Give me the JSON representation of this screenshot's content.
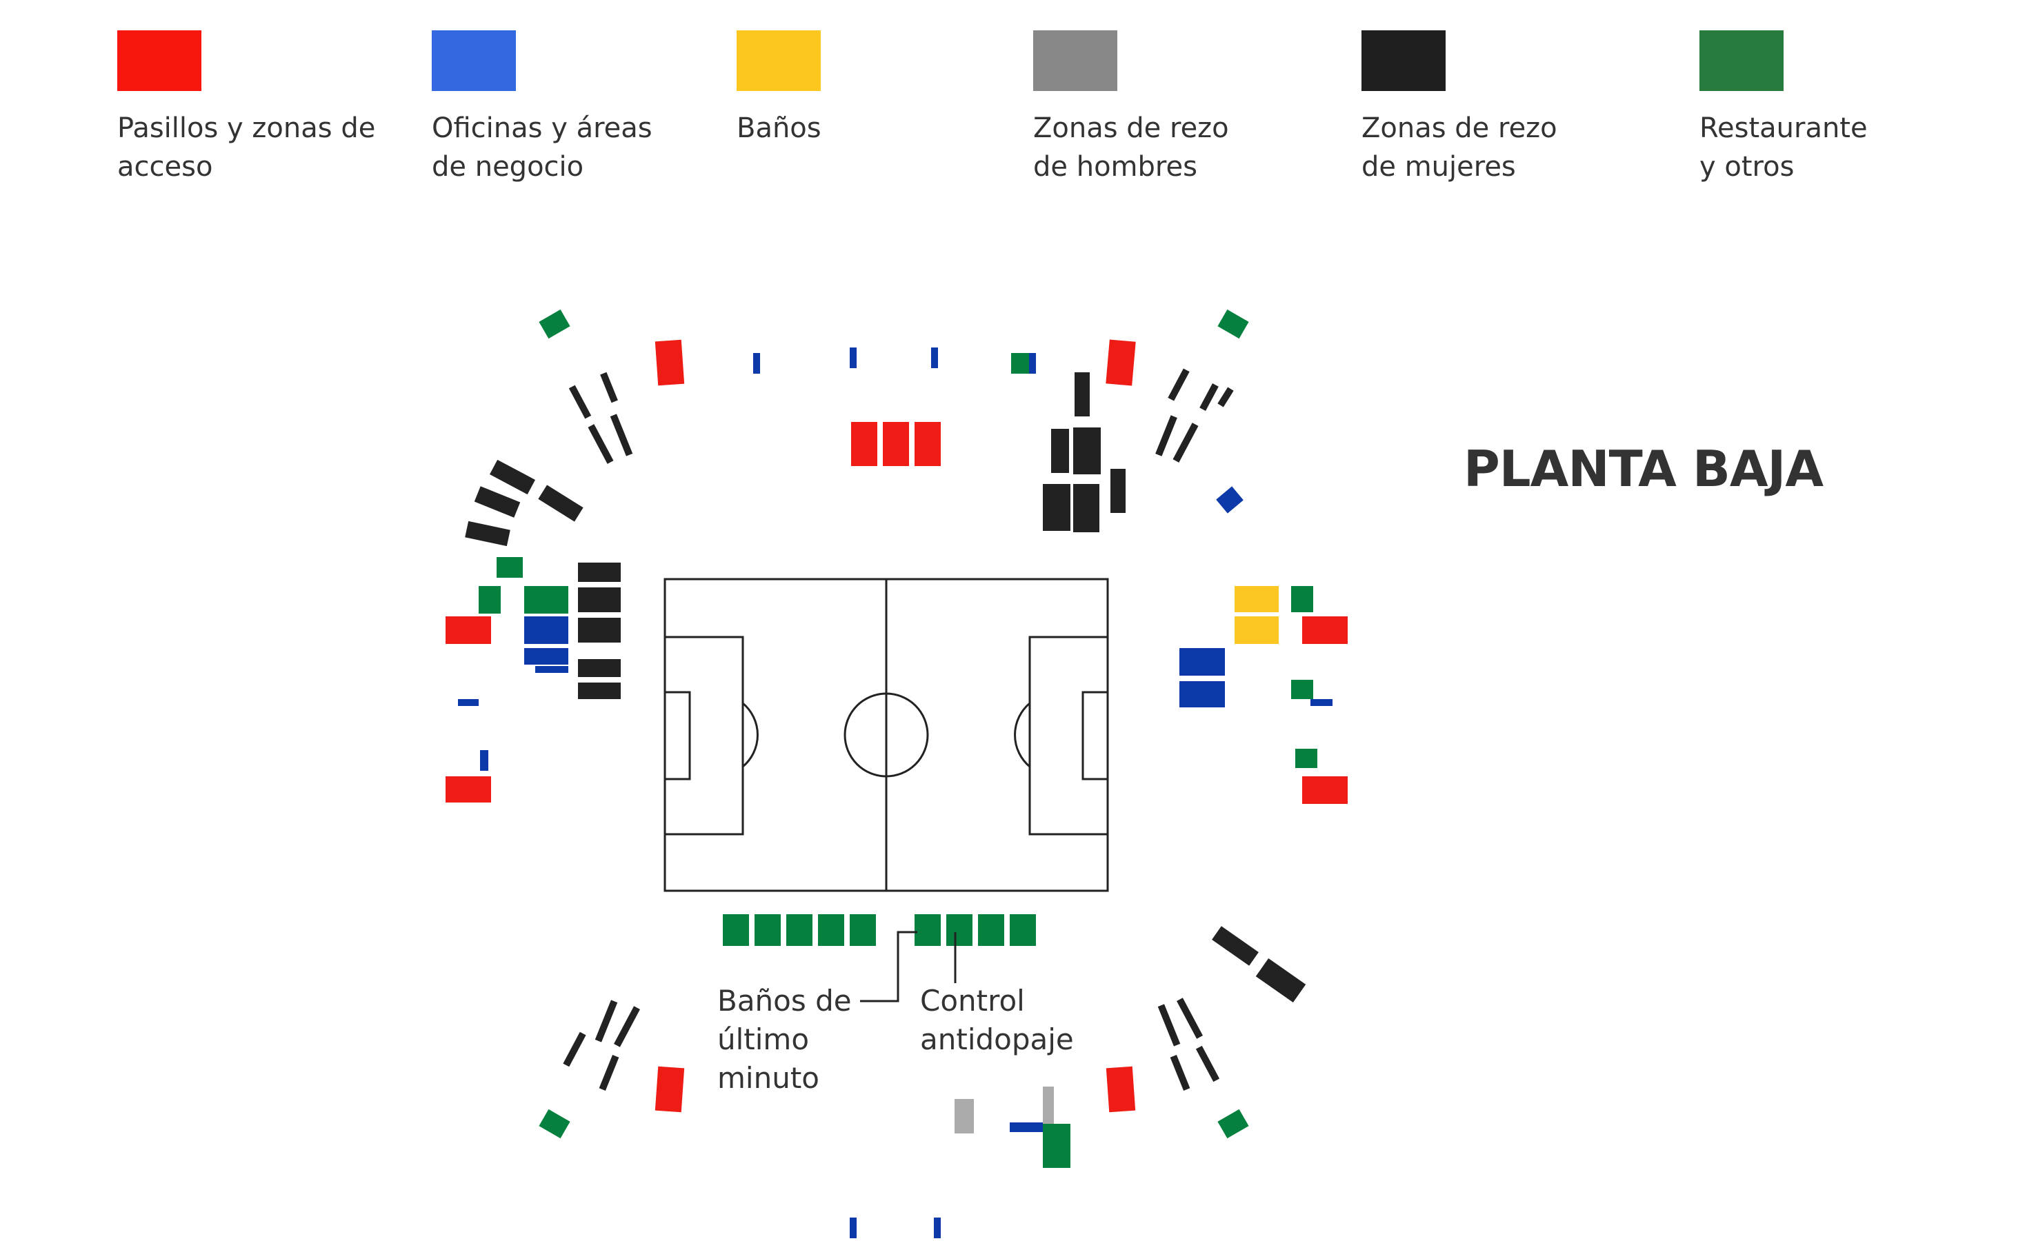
{
  "colors": {
    "red": "#ee1c14",
    "blue": "#0d3aa8",
    "yellow": "#fcc623",
    "gray": "#aaaaaa",
    "black": "#222222",
    "green": "#05803e",
    "pitch_line": "#222222"
  },
  "legend": [
    {
      "label": "Pasillos y zonas de\nacceso",
      "color": "#f7170f"
    },
    {
      "label": "Oficinas y áreas\nde negocio",
      "color": "#3468e0"
    },
    {
      "label": "Baños",
      "color": "#fcc81f"
    },
    {
      "label": "Zonas de rezo\nde hombres",
      "color": "#888888"
    },
    {
      "label": "Zonas de rezo\nde mujeres",
      "color": "#1f1f1f"
    },
    {
      "label": "Restaurante\ny otros",
      "color": "#257a3c"
    }
  ],
  "floor_title": "PLANTA BAJA",
  "annotations": {
    "last_minute_toilets": "Baños de\núltimo\nminuto",
    "doping_control": "Control\nantidopaje"
  }
}
